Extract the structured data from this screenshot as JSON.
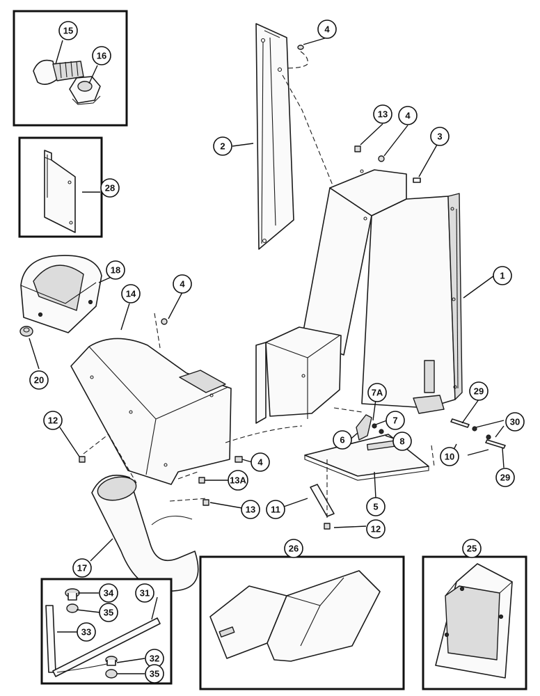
{
  "callouts": {
    "c1": "1",
    "c2": "2",
    "c3": "3",
    "c4a": "4",
    "c4b": "4",
    "c4c": "4",
    "c4d": "4",
    "c5": "5",
    "c6": "6",
    "c7": "7",
    "c7a": "7A",
    "c8": "8",
    "c10": "10",
    "c11": "11",
    "c12a": "12",
    "c12b": "12",
    "c13a": "13",
    "c13b": "13",
    "c13A": "13A",
    "c14": "14",
    "c15": "15",
    "c16": "16",
    "c17": "17",
    "c18": "18",
    "c20": "20",
    "c25": "25",
    "c26": "26",
    "c28": "28",
    "c29a": "29",
    "c29b": "29",
    "c30": "30",
    "c31": "31",
    "c32": "32",
    "c33": "33",
    "c34": "34",
    "c35a": "35",
    "c35b": "35"
  },
  "colors": {
    "line": "#1a1a1a",
    "paper": "#ffffff",
    "shade": "#dcdcdc"
  }
}
